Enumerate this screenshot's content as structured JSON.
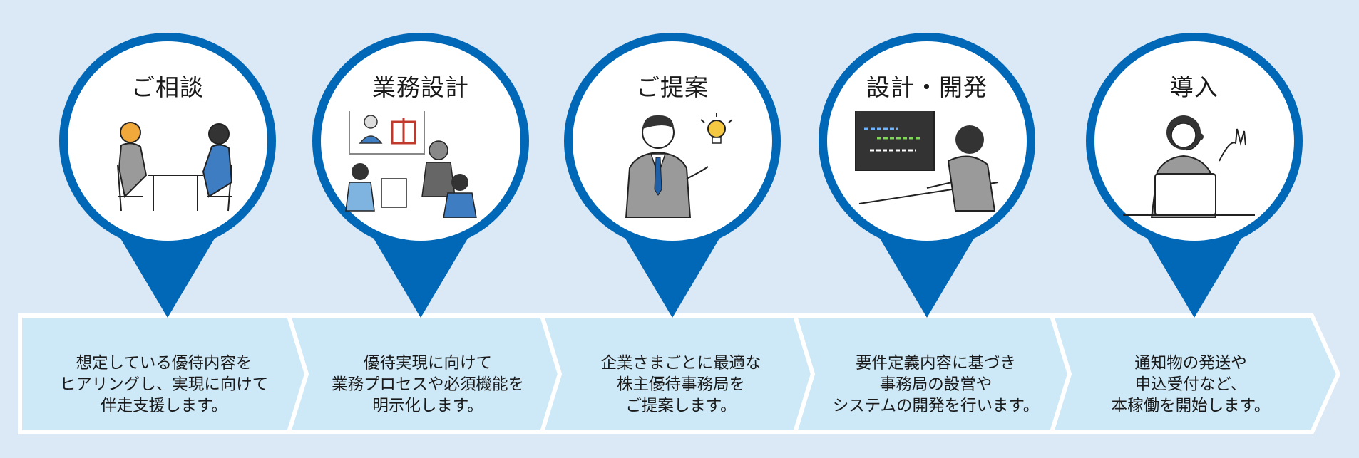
{
  "colors": {
    "background": "#dbe8f5",
    "pin_blue": "#0068b7",
    "step_fill": "#cde8f6",
    "step_border": "#ffffff"
  },
  "steps": [
    {
      "title": "ご相談",
      "illustration": "consultation-meeting-illustration",
      "description": "想定している優待内容を\nヒアリングし、実現に向けて\n伴走支援します。"
    },
    {
      "title": "業務設計",
      "illustration": "business-design-meeting-illustration",
      "description": "優待実現に向けて\n業務プロセスや必須機能を\n明示化します。"
    },
    {
      "title": "ご提案",
      "illustration": "businessman-idea-illustration",
      "description": "企業さまごとに最適な\n株主優待事務局を\nご提案します。"
    },
    {
      "title": "設計・開発",
      "illustration": "developer-coding-illustration",
      "description": "要件定義内容に基づき\n事務局の設営や\nシステムの開発を行います。"
    },
    {
      "title": "導入",
      "illustration": "call-center-operator-illustration",
      "description": "通知物の発送や\n申込受付など、\n本稼働を開始します。"
    }
  ]
}
